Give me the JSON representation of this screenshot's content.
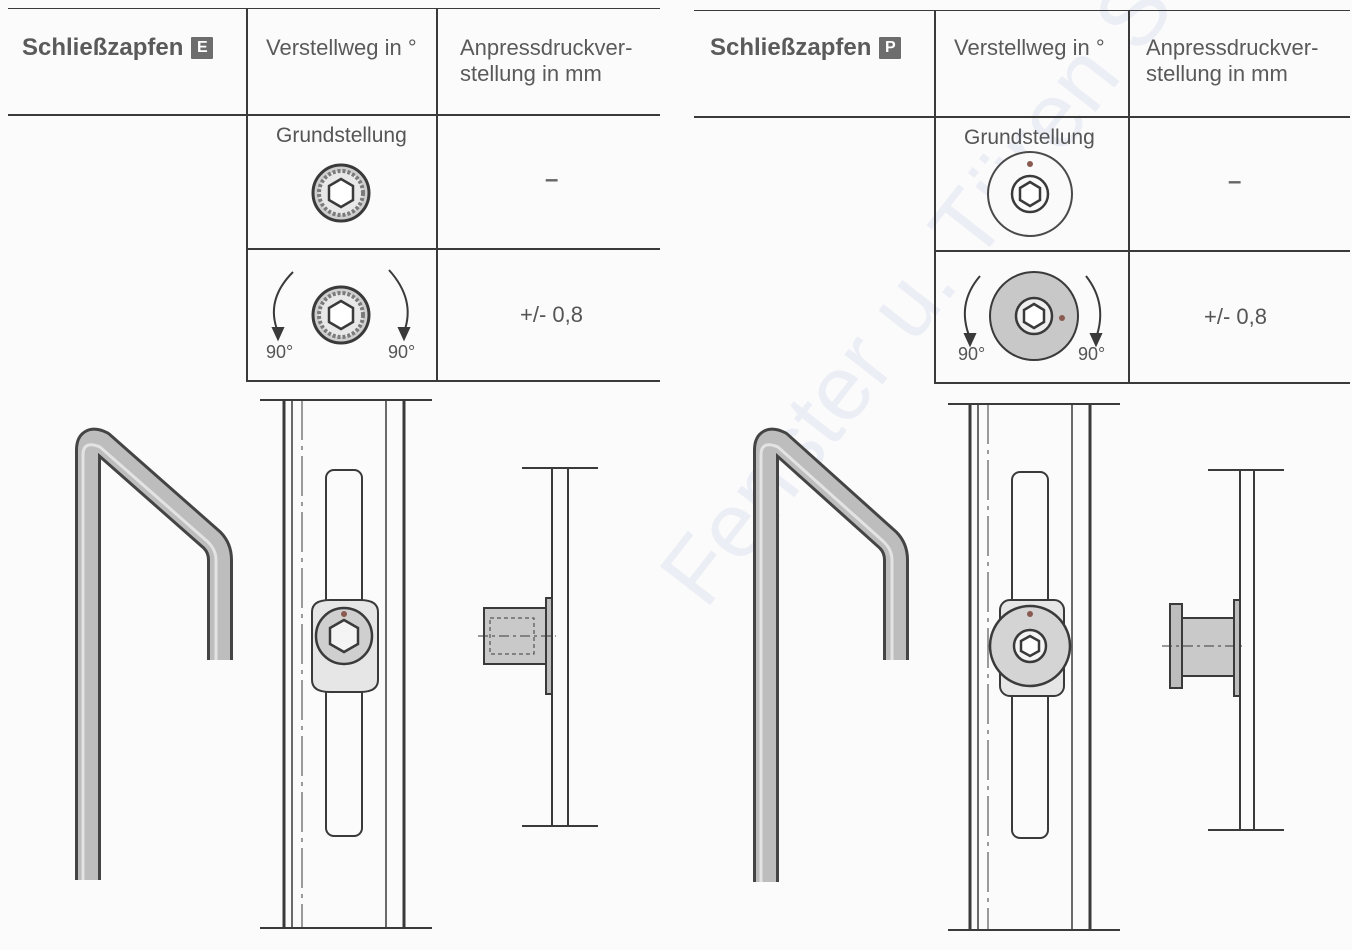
{
  "panels": [
    {
      "id": "e",
      "title": "Schließzapfen",
      "badge": "E",
      "col_adjust": "Verstellweg in °",
      "col_pressure": [
        "Anpressdruckver-",
        "stellung in mm"
      ],
      "row1_label": "Grundstellung",
      "row1_value": "–",
      "row2_value": "+/- 0,8",
      "deg_left": "90°",
      "deg_right": "90°"
    },
    {
      "id": "p",
      "title": "Schließzapfen",
      "badge": "P",
      "col_adjust": "Verstellweg in °",
      "col_pressure": [
        "Anpressdruckver-",
        "stellung in mm"
      ],
      "row1_label": "Grundstellung",
      "row1_value": "–",
      "row2_value": "+/- 0,8",
      "deg_left": "90°",
      "deg_right": "90°"
    }
  ],
  "watermark": "Fenster u. Türen Südharz Gi",
  "colors": {
    "line": "#3a3a3a",
    "metal": "#bdbdbd",
    "metal_dark": "#8f8f8f",
    "text": "#555555"
  }
}
